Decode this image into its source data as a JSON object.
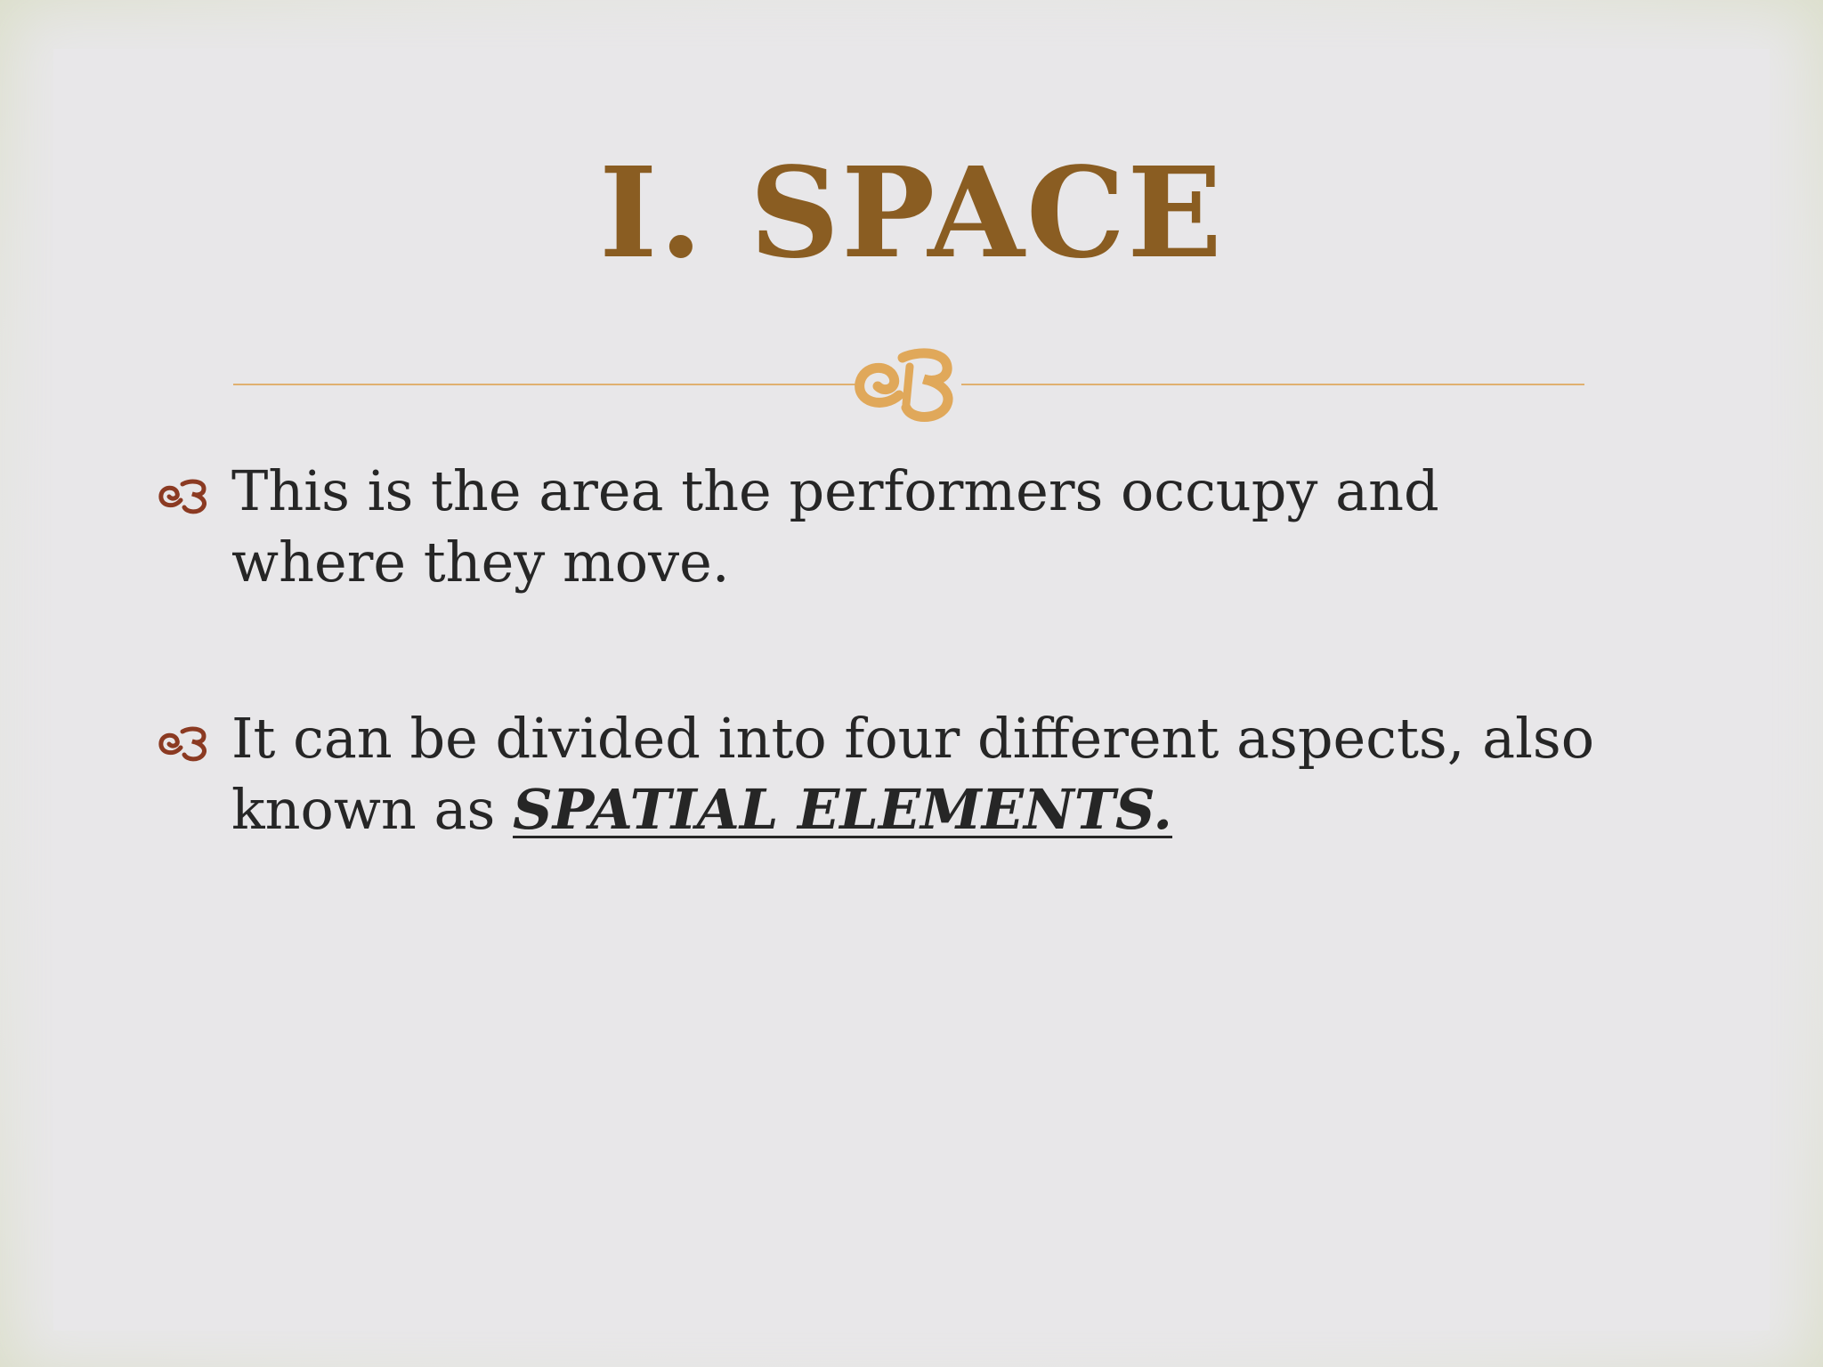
{
  "slide": {
    "title": "I. SPACE",
    "ornament_icon": "scroll-flourish-icon",
    "bullet_icon": "scroll-flourish-icon",
    "colors": {
      "title": "#8a5d22",
      "divider": "#e0b070",
      "ornament": "#e0a85a",
      "bullet": "#8b3a22",
      "body_text": "#262626",
      "background": "#e8e7e9"
    },
    "bullets": [
      {
        "text": "This is the area the performers occupy and where they move."
      },
      {
        "text_before": "It can be divided into four different aspects, also known as ",
        "emphasis": "SPATIAL ELEMENTS."
      }
    ]
  }
}
